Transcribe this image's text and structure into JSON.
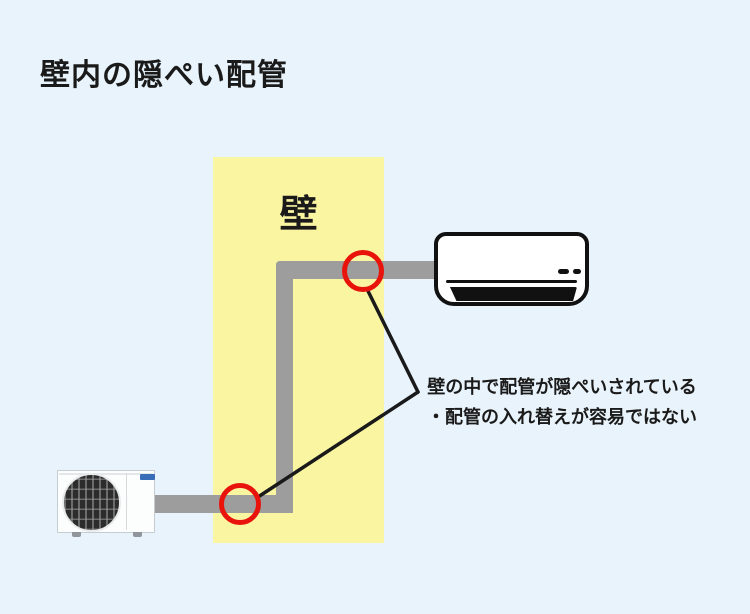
{
  "title": "壁内の隠ぺい配管",
  "wall": {
    "label": "壁"
  },
  "annotation": {
    "line1": "壁の中で配管が隠ぺいされている",
    "line2": "・配管の入れ替えが容易ではない"
  },
  "icons": {
    "indoor_unit": "indoor-air-conditioner",
    "outdoor_unit": "outdoor-condenser-unit",
    "fan": "fan-grille",
    "markers": "red-circle-highlight",
    "pipe": "refrigerant-pipe"
  },
  "colors": {
    "background": "#e8f3fb",
    "wall_fill": "#faf5a1",
    "pipe": "#9d9d9d",
    "marker_red": "#e8140c",
    "text": "#1a1a1a"
  }
}
